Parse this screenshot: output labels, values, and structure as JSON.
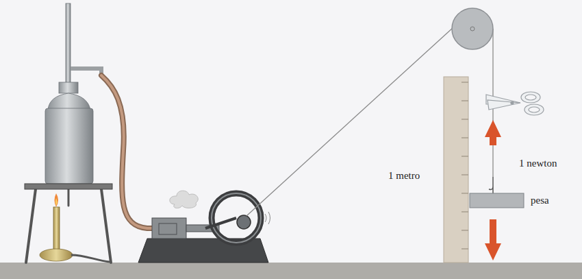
{
  "diagram": {
    "labels": [
      "1 metro",
      "1 newton",
      "pesa"
    ]
  }
}
